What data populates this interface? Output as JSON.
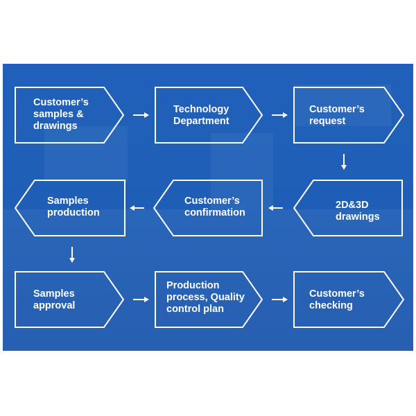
{
  "diagram": {
    "steps": [
      {
        "id": "s1",
        "lines": [
          "Customer’s",
          "samples &",
          "drawings"
        ]
      },
      {
        "id": "s2",
        "lines": [
          "Technology",
          "Department"
        ]
      },
      {
        "id": "s3",
        "lines": [
          "Customer’s",
          "request"
        ]
      },
      {
        "id": "s4",
        "lines": [
          "2D&3D",
          "drawings"
        ]
      },
      {
        "id": "s5",
        "lines": [
          "Customer’s",
          "confirmation"
        ]
      },
      {
        "id": "s6",
        "lines": [
          "Samples",
          "production"
        ]
      },
      {
        "id": "s7",
        "lines": [
          "Samples",
          "approval"
        ]
      },
      {
        "id": "s8",
        "lines": [
          "Production",
          "process, Quality",
          "control plan"
        ]
      },
      {
        "id": "s9",
        "lines": [
          "Customer’s",
          "checking"
        ]
      }
    ]
  },
  "colors": {
    "background": "#1f5fb8",
    "stroke": "#ffffff",
    "text": "#ffffff"
  }
}
